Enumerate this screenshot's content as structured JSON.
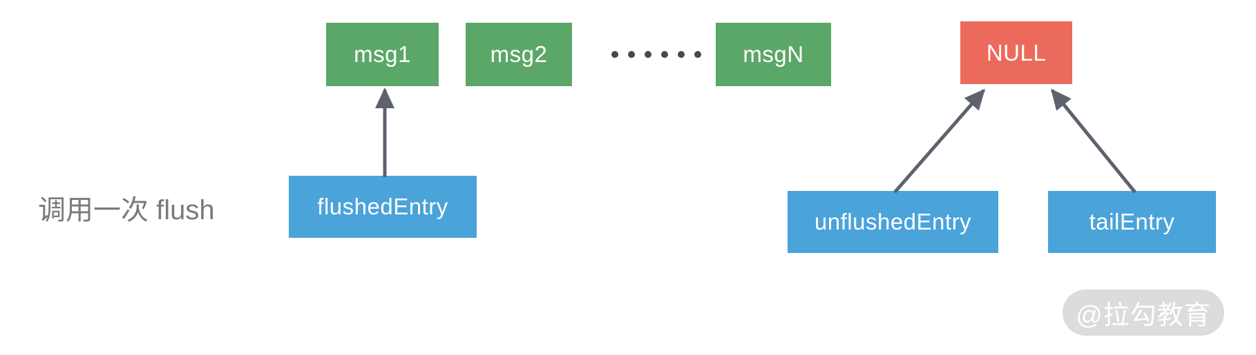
{
  "colors": {
    "message_bg": "#5ba768",
    "null_bg": "#ec6a5c",
    "pointer_bg": "#4aa3d9",
    "node_text": "#ffffff",
    "arrow": "#5e616e",
    "dots": "#46494d",
    "caption_text": "#7a7a7a",
    "watermark_bg": "#dcdcdc",
    "watermark_text": "#ffffff"
  },
  "caption": {
    "text": "调用一次 flush"
  },
  "nodes": [
    {
      "id": "msg1",
      "label": "msg1",
      "kind": "message"
    },
    {
      "id": "msg2",
      "label": "msg2",
      "kind": "message"
    },
    {
      "id": "msgN",
      "label": "msgN",
      "kind": "message"
    },
    {
      "id": "null",
      "label": "NULL",
      "kind": "null"
    },
    {
      "id": "flushedEntry",
      "label": "flushedEntry",
      "kind": "pointer"
    },
    {
      "id": "unflushedEntry",
      "label": "unflushedEntry",
      "kind": "pointer"
    },
    {
      "id": "tailEntry",
      "label": "tailEntry",
      "kind": "pointer"
    }
  ],
  "ellipsis": {
    "dot_count": 6
  },
  "edges": [
    {
      "from": "flushedEntry",
      "to": "msg1"
    },
    {
      "from": "unflushedEntry",
      "to": "NULL"
    },
    {
      "from": "tailEntry",
      "to": "NULL"
    }
  ],
  "watermark": {
    "text": "@拉勾教育"
  }
}
